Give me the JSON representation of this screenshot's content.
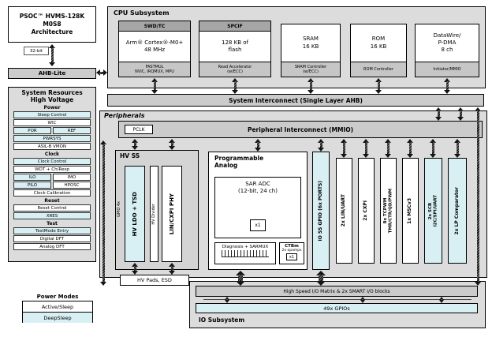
{
  "colors": {
    "active": "#ffffff",
    "deepsleep": "#d8f0f4",
    "container": "#dcdcdc",
    "block_header": "#a6a6a6",
    "block_footer": "#c6c6c6",
    "bus_bar": "#cbcbcb",
    "arrow": "#141414"
  },
  "chip": {
    "title": "PSOC™ HVMS-128K\nM0S8\nArchitecture",
    "bus_width": "32-bit",
    "ahb": "AHB-Lite"
  },
  "cpu": {
    "label": "CPU Subsystem",
    "blocks": [
      {
        "header": "SWD/TC",
        "body": "Arm® Cortex®-M0+\n48 MHz",
        "footer": "FASTMUL\nNVIC, IRQMUX, MPU"
      },
      {
        "header": "SPCIF",
        "body": "128 KB of\nflash",
        "footer": "Read Accelerator\n(w/ECC)"
      },
      {
        "body": "SRAM\n16 KB",
        "footer": "SRAM Controller\n(w/ECC)"
      },
      {
        "body": "ROM\n16 KB",
        "footer": "ROM Controller"
      },
      {
        "body": "DataWire/\nP-DMA\n8 ch",
        "footer": "Initiator/MMIO"
      }
    ]
  },
  "interconnect": {
    "system": "System Interconnect (Single Layer AHB)",
    "peripheral": "Peripheral Interconnect (MMIO)",
    "pclk": "PCLK"
  },
  "peripherals_label": "Peripherals",
  "sr": {
    "title": "System Resources\nHigh Voltage",
    "power": {
      "label": "Power",
      "rows": [
        {
          "label": "Sleep Control",
          "mode": "deepsleep"
        },
        {
          "label": "WIC",
          "mode": "active"
        },
        {
          "label": "POR",
          "mode": "deepsleep"
        },
        {
          "label": "REF",
          "mode": "deepsleep"
        },
        {
          "label": "PWRSYS",
          "mode": "deepsleep"
        },
        {
          "label": "ASIL-B VMON",
          "mode": "active"
        }
      ]
    },
    "clock": {
      "label": "Clock",
      "rows": [
        {
          "label": "Clock Control",
          "mode": "deepsleep"
        },
        {
          "label": "WDT + Ch/Resp",
          "mode": "active"
        },
        {
          "label": "ILO",
          "mode": "deepsleep"
        },
        {
          "label": "IMO",
          "mode": "active"
        },
        {
          "label": "PILO",
          "mode": "deepsleep"
        },
        {
          "label": "HPOSC",
          "mode": "active"
        },
        {
          "label": "Clock Calibration",
          "mode": "active"
        }
      ]
    },
    "reset": {
      "label": "Reset",
      "rows": [
        {
          "label": "Reset Control",
          "mode": "active"
        },
        {
          "label": "XRES",
          "mode": "deepsleep"
        }
      ]
    },
    "test": {
      "label": "Test",
      "rows": [
        {
          "label": "TestMode Entry",
          "mode": "deepsleep"
        },
        {
          "label": "Digital DFT",
          "mode": "active"
        },
        {
          "label": "Analog DFT",
          "mode": "active"
        }
      ]
    }
  },
  "hvss": {
    "label": "HV SS",
    "side_label": "GPIO 4x",
    "blocks": [
      {
        "label": "HV LDO + TSD",
        "mode": "deepsleep"
      },
      {
        "label": "HV Divider",
        "mode": "active"
      },
      {
        "label": "LIN/CXPI PHY",
        "mode": "active"
      }
    ],
    "pads": "HV Pads, ESD"
  },
  "analog": {
    "title": "Programmable\nAnalog",
    "sar_label": "SAR ADC\n(12-bit, 24 ch)",
    "sar_count": "x1",
    "diagnosis_label": "Diagnosis + SARMUX",
    "ctb_label": "CTBm",
    "ctb_sub": "2x opamps",
    "ctb_count": "x1"
  },
  "columns": [
    {
      "label": "IO SS GPIO (6x PORTS)",
      "mode": "deepsleep"
    },
    {
      "label": "2x LIN/UART",
      "mode": "active"
    },
    {
      "label": "2x CXPI",
      "mode": "active"
    },
    {
      "label": "8x TCPWM\nTMR/CTR/QD/PWM",
      "mode": "active"
    },
    {
      "label": "1x MSCv3",
      "mode": "active"
    },
    {
      "label": "2x SCB\nI2C/SPI/UART",
      "mode": "deepsleep"
    },
    {
      "label": "2x LP Comparator",
      "mode": "deepsleep"
    }
  ],
  "io": {
    "label": "IO Subsystem",
    "matrix": "High Speed I/O Matrix & 2x SMART I/O blocks",
    "gpios": "49x GPIOs"
  },
  "legend": {
    "title": "Power Modes",
    "active": "Active/Sleep",
    "deepsleep": "DeepSleep"
  }
}
